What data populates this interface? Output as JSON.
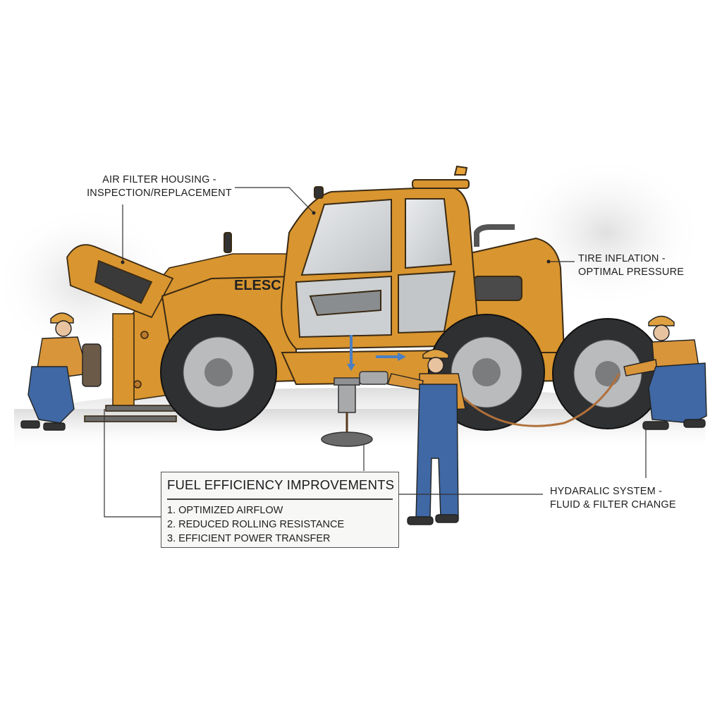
{
  "callouts": {
    "air_filter": {
      "line1": "AIR FILTER HOUSING -",
      "line2": "INSPECTION/REPLACEMENT"
    },
    "tire_inflation": {
      "line1": "TIRE INFLATION -",
      "line2": "OPTIMAL PRESSURE"
    },
    "hydraulic": {
      "line1": "HYDARALIC SYSTEM -",
      "line2": "FLUID & FILTER CHANGE"
    }
  },
  "info_box": {
    "title": "FUEL EFFICIENCY IMPROVEMENTS",
    "items": [
      "1. OPTIMIZED AIRFLOW",
      "2. REDUCED ROLLING RESISTANCE",
      "3. EFFICIENT POWER TRANSFER"
    ]
  },
  "machine": {
    "type": "telehandler",
    "brand_text": "ELESC",
    "body_color": "#d9952f",
    "glass_color": "#d6d8da",
    "tire_color": "#2f3032",
    "rim_color": "#b9bbbd"
  },
  "workers": [
    {
      "role": "air filter replacement",
      "position": "left"
    },
    {
      "role": "fluid drain / filter service",
      "position": "center"
    },
    {
      "role": "tire inflation",
      "position": "right"
    }
  ],
  "colors": {
    "helmet": "#dea040",
    "shirt": "#d9953a",
    "overalls": "#3f68a4",
    "leader_line": "#333333",
    "flow_arrow": "#4a7fc4"
  }
}
